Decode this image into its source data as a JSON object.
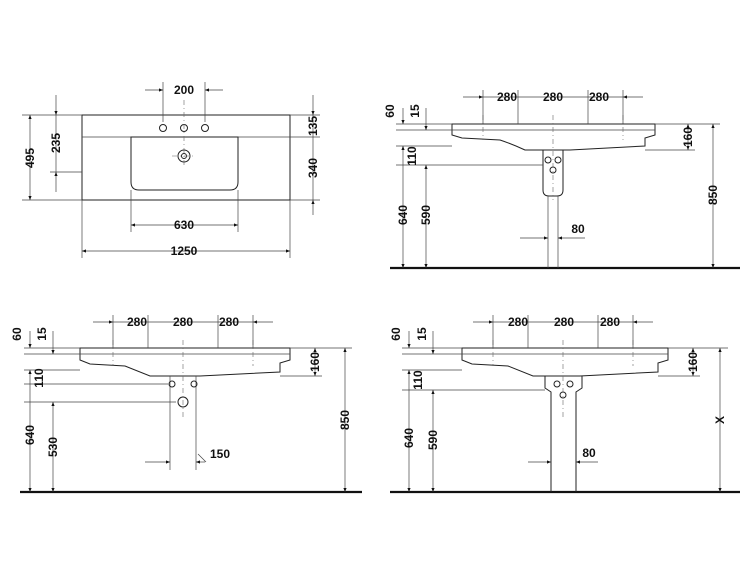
{
  "top_view": {
    "faucet_spacing": "200",
    "back_depth": "235",
    "total_depth": "495",
    "back_right": "135",
    "front_right": "340",
    "bowl_width": "630",
    "total_width": "1250"
  },
  "view_siphon": {
    "gap_a": "60",
    "gap_b": "15",
    "spacing": [
      "280",
      "280",
      "280"
    ],
    "rim_height": "160",
    "upper_offset": "110",
    "height_640": "640",
    "height_590": "590",
    "overall_height": "850",
    "siphon_width": "80"
  },
  "view_wall_drain": {
    "gap_a": "60",
    "gap_b": "15",
    "spacing": [
      "280",
      "280",
      "280"
    ],
    "rim_height": "160",
    "upper_offset": "110",
    "height_640": "640",
    "height_530": "530",
    "overall_height": "850",
    "drain_offset": "150"
  },
  "view_pedestal": {
    "gap_a": "60",
    "gap_b": "15",
    "spacing": [
      "280",
      "280",
      "280"
    ],
    "rim_height": "160",
    "upper_offset": "110",
    "height_640": "640",
    "height_590": "590",
    "variable_height": "X",
    "pedestal_width": "80"
  }
}
